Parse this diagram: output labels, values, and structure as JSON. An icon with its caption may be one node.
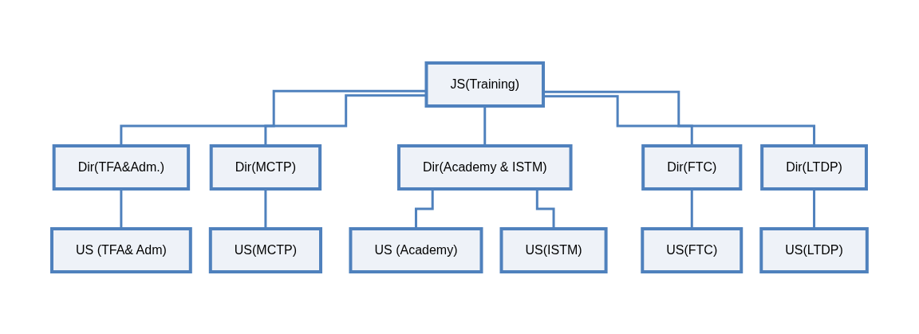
{
  "diagram": {
    "nodes": [
      {
        "text": [
          "JS(Training)"
        ]
      },
      {
        "text": [
          "Dir(TFA&Adm.)"
        ]
      },
      {
        "text": [
          "Dir(MCTP)"
        ]
      },
      {
        "text": [
          "Dir(Academy & ISTM)"
        ]
      },
      {
        "text": [
          "Dir(FTC)"
        ]
      },
      {
        "text": [
          "Dir(LTDP)"
        ]
      },
      {
        "text": [
          "US (TFA& Adm)"
        ]
      },
      {
        "text": [
          "US(MCTP)"
        ]
      },
      {
        "text": [
          "US (Academy)"
        ]
      },
      {
        "text": [
          "US(ISTM)"
        ]
      },
      {
        "text": [
          "US(FTC)"
        ]
      },
      {
        "text": [
          "US(LTDP)"
        ]
      }
    ],
    "edges": [
      {
        "from": 0,
        "to": 1,
        "arrow": "none"
      },
      {
        "from": 0,
        "to": 2,
        "arrow": "none"
      },
      {
        "from": 0,
        "to": 3,
        "arrow": "none"
      },
      {
        "from": 0,
        "to": 4,
        "arrow": "none"
      },
      {
        "from": 0,
        "to": 5,
        "arrow": "none"
      },
      {
        "from": 1,
        "to": 6,
        "arrow": "none"
      },
      {
        "from": 2,
        "to": 7,
        "arrow": "none"
      },
      {
        "from": 3,
        "to": 8,
        "arrow": "none"
      },
      {
        "from": 3,
        "to": 9,
        "arrow": "none"
      },
      {
        "from": 4,
        "to": 10,
        "arrow": "none"
      },
      {
        "from": 5,
        "to": 11,
        "arrow": "none"
      }
    ]
  }
}
